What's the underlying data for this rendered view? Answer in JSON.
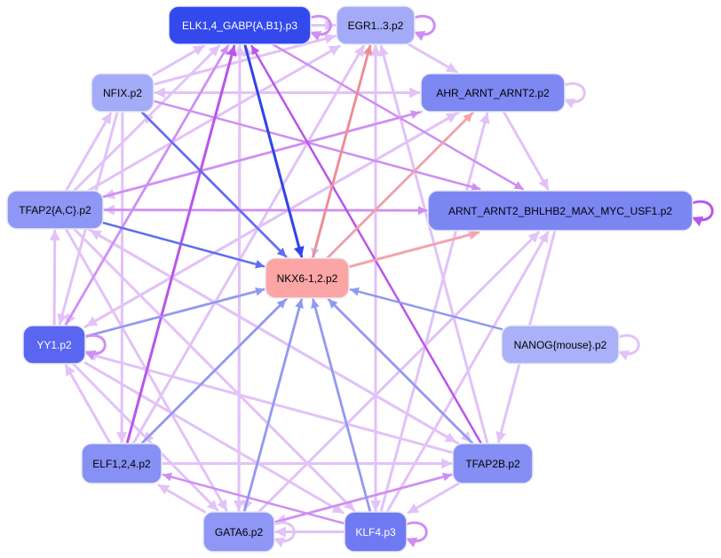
{
  "nodes": {
    "elk": {
      "label": "ELK1,4_GABP{A,B1}.p3",
      "color": "#3349ee",
      "text_color": "#ffffff"
    },
    "egr": {
      "label": "EGR1..3.p2",
      "color": "#a3aaf8",
      "text_color": "#000000"
    },
    "nfix": {
      "label": "NFIX.p2",
      "color": "#a4acf8",
      "text_color": "#000000"
    },
    "ahr": {
      "label": "AHR_ARNT_ARNT2.p2",
      "color": "#7e88f3",
      "text_color": "#000000"
    },
    "tfap2ac": {
      "label": "TFAP2{A,C}.p2",
      "color": "#8e97f5",
      "text_color": "#000000"
    },
    "arnt": {
      "label": "ARNT_ARNT2_BHLHB2_MAX_MYC_USF1.p2",
      "color": "#7c86f3",
      "text_color": "#000000"
    },
    "nkx": {
      "label": "NKX6-1,2.p2",
      "color": "#fba5a5",
      "text_color": "#000000"
    },
    "yy1": {
      "label": "YY1.p2",
      "color": "#5a66f0",
      "text_color": "#ffffff"
    },
    "nanog": {
      "label": "NANOG{mouse}.p2",
      "color": "#aab1f8",
      "text_color": "#000000"
    },
    "elf": {
      "label": "ELF1,2,4.p2",
      "color": "#8790f4",
      "text_color": "#000000"
    },
    "tfap2b": {
      "label": "TFAP2B.p2",
      "color": "#848ef4",
      "text_color": "#000000"
    },
    "gata6": {
      "label": "GATA6.p2",
      "color": "#8e97f5",
      "text_color": "#000000"
    },
    "klf4": {
      "label": "KLF4.p3",
      "color": "#6f7af2",
      "text_color": "#ffffff"
    }
  },
  "edge_colors": {
    "light": "#e2c2f8",
    "medium": "#cf8ef3",
    "strong": "#b955ea",
    "blue_strong": "#2f45e8",
    "blue_mid": "#5d6ef0",
    "blue_light": "#8d9af2",
    "red": "#f58a8a",
    "salmon": "#f7a3a0",
    "pale_blue": "#b9c6f2"
  },
  "edges": [
    {
      "from": "elk",
      "to": "nkx",
      "color": "blue_strong",
      "width": 3
    },
    {
      "from": "nfix",
      "to": "nkx",
      "color": "blue_mid",
      "width": 2.5
    },
    {
      "from": "tfap2ac",
      "to": "nkx",
      "color": "blue_mid",
      "width": 2.5
    },
    {
      "from": "yy1",
      "to": "nkx",
      "color": "blue_light",
      "width": 2.5
    },
    {
      "from": "elf",
      "to": "nkx",
      "color": "blue_light",
      "width": 2.5
    },
    {
      "from": "gata6",
      "to": "nkx",
      "color": "blue_light",
      "width": 2.5
    },
    {
      "from": "klf4",
      "to": "nkx",
      "color": "blue_light",
      "width": 2.5
    },
    {
      "from": "tfap2b",
      "to": "nkx",
      "color": "blue_light",
      "width": 2.5
    },
    {
      "from": "nanog",
      "to": "nkx",
      "color": "blue_light",
      "width": 2.5
    },
    {
      "from": "nkx",
      "to": "egr",
      "color": "red",
      "width": 2.5
    },
    {
      "from": "nkx",
      "to": "ahr",
      "color": "salmon",
      "width": 2.5
    },
    {
      "from": "nkx",
      "to": "arnt",
      "color": "salmon",
      "width": 2.5
    },
    {
      "from": "egr",
      "to": "nkx",
      "color": "pale_blue",
      "width": 2.5
    },
    {
      "from": "elf",
      "to": "elk",
      "color": "strong",
      "width": 3
    },
    {
      "from": "tfap2b",
      "to": "elk",
      "color": "strong",
      "width": 2.5
    },
    {
      "from": "nfix",
      "to": "arnt",
      "color": "medium",
      "width": 2.5
    },
    {
      "from": "tfap2ac",
      "to": "arnt",
      "color": "medium",
      "width": 2.5
    },
    {
      "from": "yy1",
      "to": "elk",
      "color": "medium",
      "width": 2.5
    },
    {
      "from": "elk",
      "to": "arnt",
      "color": "medium",
      "width": 2.5
    },
    {
      "from": "elf",
      "to": "ahr",
      "color": "medium",
      "width": 2.5
    },
    {
      "from": "gata6",
      "to": "tfap2b",
      "color": "medium",
      "width": 2.5
    },
    {
      "from": "klf4",
      "to": "elf",
      "color": "medium",
      "width": 2.5
    },
    {
      "from": "tfap2ac",
      "to": "ahr",
      "color": "medium",
      "width": 2.5
    },
    {
      "from": "nfix",
      "to": "elk",
      "color": "light",
      "width": 3
    },
    {
      "from": "elk",
      "to": "egr",
      "color": "light",
      "width": 3
    },
    {
      "from": "egr",
      "to": "ahr",
      "color": "light",
      "width": 3
    },
    {
      "from": "ahr",
      "to": "arnt",
      "color": "light",
      "width": 3
    },
    {
      "from": "arnt",
      "to": "tfap2b",
      "color": "light",
      "width": 3
    },
    {
      "from": "tfap2b",
      "to": "klf4",
      "color": "light",
      "width": 3
    },
    {
      "from": "klf4",
      "to": "gata6",
      "color": "light",
      "width": 3
    },
    {
      "from": "gata6",
      "to": "elf",
      "color": "light",
      "width": 3
    },
    {
      "from": "elf",
      "to": "yy1",
      "color": "light",
      "width": 3
    },
    {
      "from": "yy1",
      "to": "tfap2ac",
      "color": "light",
      "width": 3
    },
    {
      "from": "tfap2ac",
      "to": "nfix",
      "color": "light",
      "width": 3
    },
    {
      "from": "nfix",
      "to": "ahr",
      "color": "light",
      "width": 3
    },
    {
      "from": "nfix",
      "to": "egr",
      "color": "light",
      "width": 3
    },
    {
      "from": "tfap2ac",
      "to": "elk",
      "color": "light",
      "width": 3
    },
    {
      "from": "tfap2ac",
      "to": "egr",
      "color": "light",
      "width": 3
    },
    {
      "from": "yy1",
      "to": "arnt",
      "color": "light",
      "width": 3
    },
    {
      "from": "yy1",
      "to": "ahr",
      "color": "light",
      "width": 3
    },
    {
      "from": "elf",
      "to": "egr",
      "color": "light",
      "width": 3
    },
    {
      "from": "elf",
      "to": "tfap2b",
      "color": "light",
      "width": 3
    },
    {
      "from": "gata6",
      "to": "elk",
      "color": "light",
      "width": 3
    },
    {
      "from": "gata6",
      "to": "egr",
      "color": "light",
      "width": 3
    },
    {
      "from": "gata6",
      "to": "arnt",
      "color": "light",
      "width": 3
    },
    {
      "from": "klf4",
      "to": "elk",
      "color": "light",
      "width": 3
    },
    {
      "from": "klf4",
      "to": "egr",
      "color": "light",
      "width": 3
    },
    {
      "from": "klf4",
      "to": "ahr",
      "color": "light",
      "width": 3
    },
    {
      "from": "klf4",
      "to": "arnt",
      "color": "light",
      "width": 3
    },
    {
      "from": "tfap2b",
      "to": "nfix",
      "color": "light",
      "width": 3
    },
    {
      "from": "tfap2b",
      "to": "tfap2ac",
      "color": "light",
      "width": 3
    },
    {
      "from": "tfap2b",
      "to": "yy1",
      "color": "light",
      "width": 3
    },
    {
      "from": "tfap2b",
      "to": "egr",
      "color": "light",
      "width": 3
    },
    {
      "from": "ahr",
      "to": "yy1",
      "color": "light",
      "width": 3
    },
    {
      "from": "ahr",
      "to": "elf",
      "color": "light",
      "width": 3
    },
    {
      "from": "elk",
      "to": "gata6",
      "color": "light",
      "width": 3
    },
    {
      "from": "elk",
      "to": "yy1",
      "color": "light",
      "width": 3
    },
    {
      "from": "egr",
      "to": "gata6",
      "color": "light",
      "width": 3
    },
    {
      "from": "egr",
      "to": "klf4",
      "color": "light",
      "width": 3
    },
    {
      "from": "nfix",
      "to": "yy1",
      "color": "light",
      "width": 3
    },
    {
      "from": "nfix",
      "to": "elf",
      "color": "light",
      "width": 3
    },
    {
      "from": "nfix",
      "to": "tfap2b",
      "color": "light",
      "width": 3
    },
    {
      "from": "yy1",
      "to": "gata6",
      "color": "light",
      "width": 3
    },
    {
      "from": "yy1",
      "to": "klf4",
      "color": "light",
      "width": 3
    },
    {
      "from": "tfap2ac",
      "to": "klf4",
      "color": "light",
      "width": 3
    },
    {
      "from": "tfap2ac",
      "to": "gata6",
      "color": "light",
      "width": 3
    },
    {
      "from": "tfap2ac",
      "to": "tfap2b",
      "color": "light",
      "width": 3
    },
    {
      "from": "arnt",
      "to": "tfap2ac",
      "color": "light",
      "width": 3
    },
    {
      "from": "ahr",
      "to": "tfap2ac",
      "color": "light",
      "width": 3
    },
    {
      "from": "ahr",
      "to": "nfix",
      "color": "light",
      "width": 3
    },
    {
      "from": "tfap2b",
      "to": "gata6",
      "color": "light",
      "width": 3
    }
  ],
  "self_loops": [
    {
      "node": "elk",
      "color": "medium"
    },
    {
      "node": "egr",
      "color": "medium"
    },
    {
      "node": "ahr",
      "color": "light"
    },
    {
      "node": "arnt",
      "color": "strong"
    },
    {
      "node": "yy1",
      "color": "medium"
    },
    {
      "node": "nanog",
      "color": "light"
    },
    {
      "node": "gata6",
      "color": "light"
    },
    {
      "node": "klf4",
      "color": "medium"
    }
  ]
}
